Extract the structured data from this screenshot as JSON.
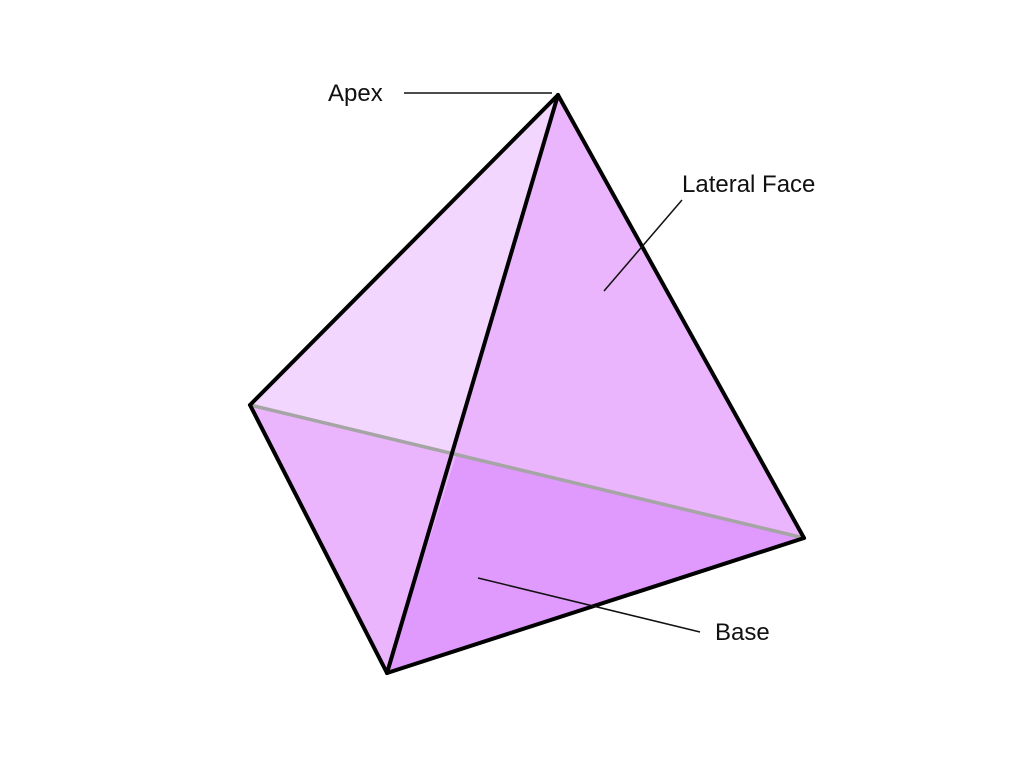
{
  "labels": {
    "apex": "Apex",
    "lateral_face": "Lateral Face",
    "base": "Base"
  },
  "colors": {
    "background": "#ffffff",
    "back_face": "#f2d6fd",
    "side_face": "#ebb5fd",
    "left_lower_face": "#ebb5fd",
    "base_face": "#e099fc",
    "hidden_edge": "#a5a5a5",
    "edge": "#000000"
  }
}
